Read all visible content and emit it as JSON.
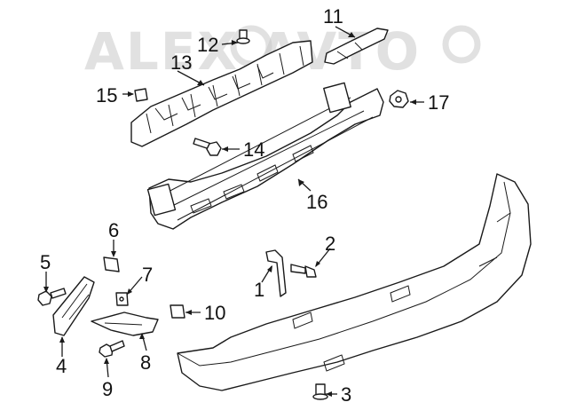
{
  "watermark": {
    "text": "ALEX AVTO",
    "shape": "gear-logo"
  },
  "callouts": [
    {
      "id": "1",
      "label": "1"
    },
    {
      "id": "2",
      "label": "2"
    },
    {
      "id": "3",
      "label": "3"
    },
    {
      "id": "4",
      "label": "4"
    },
    {
      "id": "5",
      "label": "5"
    },
    {
      "id": "6",
      "label": "6"
    },
    {
      "id": "7",
      "label": "7"
    },
    {
      "id": "8",
      "label": "8"
    },
    {
      "id": "9",
      "label": "9"
    },
    {
      "id": "10",
      "label": "10"
    },
    {
      "id": "11",
      "label": "11"
    },
    {
      "id": "12",
      "label": "12"
    },
    {
      "id": "13",
      "label": "13"
    },
    {
      "id": "14",
      "label": "14"
    },
    {
      "id": "15",
      "label": "15"
    },
    {
      "id": "16",
      "label": "16"
    },
    {
      "id": "17",
      "label": "17"
    }
  ],
  "colors": {
    "line": "#1a1a1a",
    "watermark": "#c9c9c9",
    "background": "#ffffff"
  }
}
